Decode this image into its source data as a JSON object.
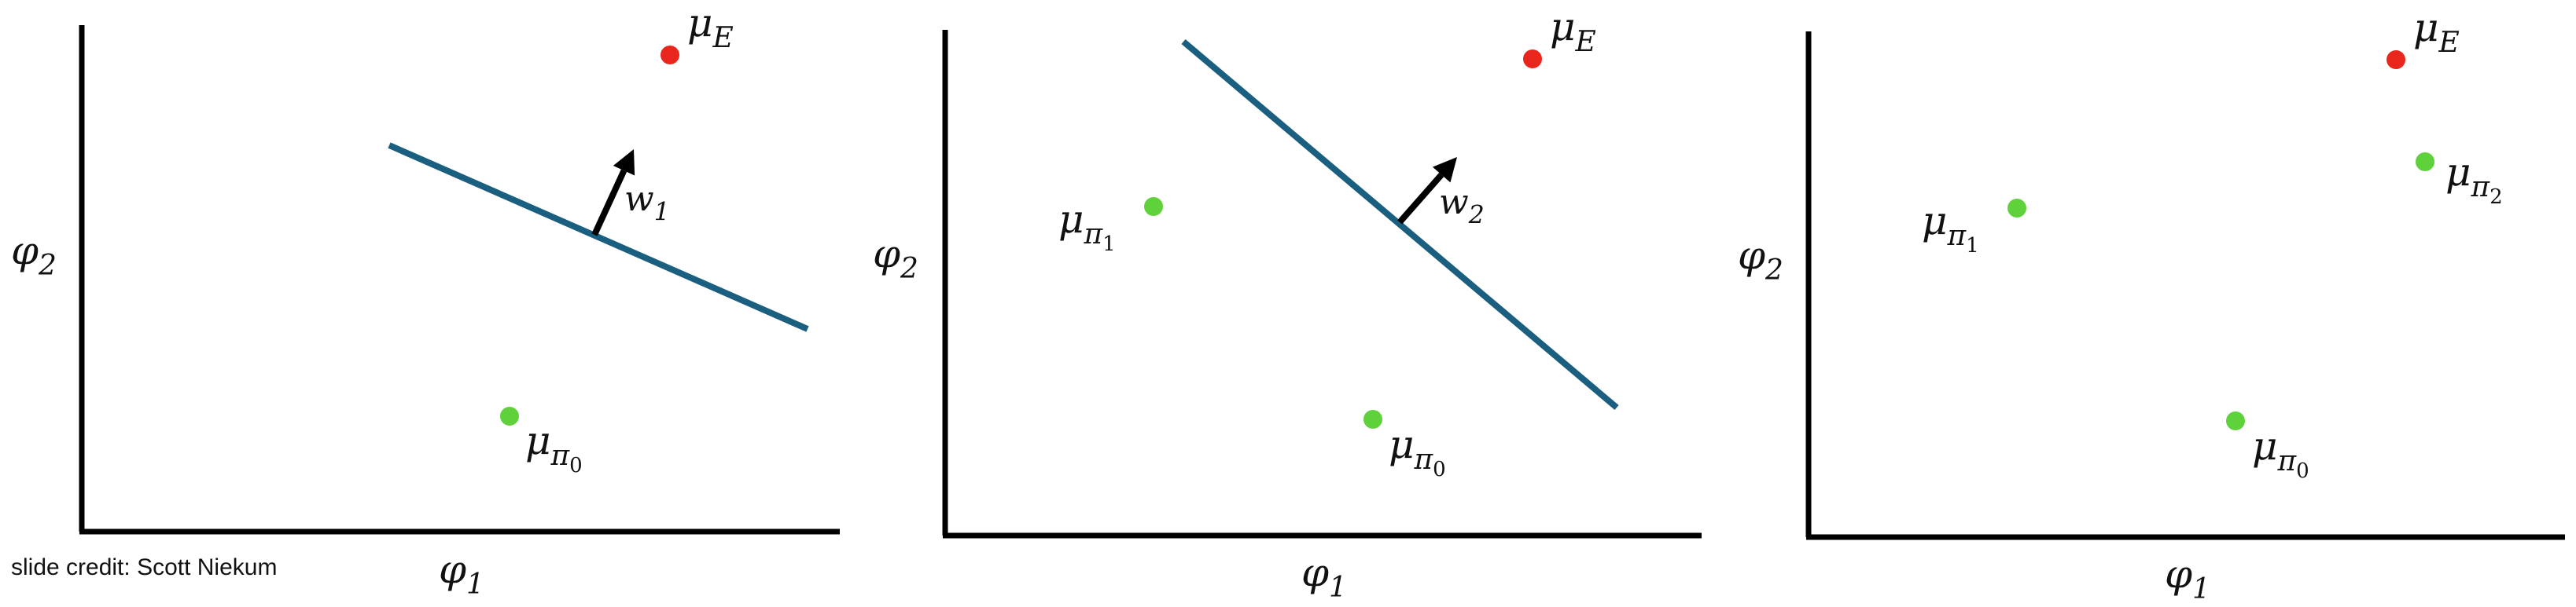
{
  "credit": "slide credit: Scott Niekum",
  "colors": {
    "axis": "#000000",
    "boundary": "#1b5f80",
    "arrow": "#000000",
    "expert_point": "#e8261c",
    "policy_point": "#5fd13b"
  },
  "panels": [
    {
      "id": "panel-1",
      "x_axis_label": "φ",
      "x_axis_sub": "1",
      "y_axis_label": "φ",
      "y_axis_sub": "2",
      "expert": {
        "label": "μ",
        "sub": "E"
      },
      "policies": [
        {
          "label": "μ",
          "sub": "π",
          "subsub": "0"
        }
      ],
      "boundary": {
        "label": "w",
        "sub": "1"
      }
    },
    {
      "id": "panel-2",
      "x_axis_label": "φ",
      "x_axis_sub": "1",
      "y_axis_label": "φ",
      "y_axis_sub": "2",
      "expert": {
        "label": "μ",
        "sub": "E"
      },
      "policies": [
        {
          "label": "μ",
          "sub": "π",
          "subsub": "1"
        },
        {
          "label": "μ",
          "sub": "π",
          "subsub": "0"
        }
      ],
      "boundary": {
        "label": "w",
        "sub": "2"
      }
    },
    {
      "id": "panel-3",
      "x_axis_label": "φ",
      "x_axis_sub": "1",
      "y_axis_label": "φ",
      "y_axis_sub": "2",
      "expert": {
        "label": "μ",
        "sub": "E"
      },
      "policies": [
        {
          "label": "μ",
          "sub": "π",
          "subsub": "1"
        },
        {
          "label": "μ",
          "sub": "π",
          "subsub": "2"
        },
        {
          "label": "μ",
          "sub": "π",
          "subsub": "0"
        }
      ],
      "boundary": null
    }
  ]
}
